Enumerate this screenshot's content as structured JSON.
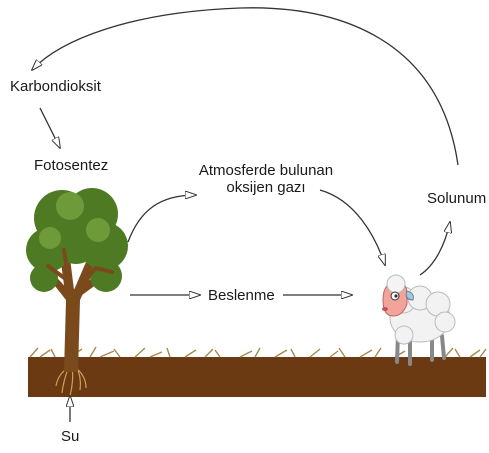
{
  "labels": {
    "carbon_dioxide": "Karbondioksit",
    "photosynthesis": "Fotosentez",
    "oxygen_line1": "Atmosferde bulunan",
    "oxygen_line2": "oksijen gazı",
    "respiration": "Solunum",
    "nutrition": "Beslenme",
    "water": "Su"
  },
  "colors": {
    "soil": "#6b3a12",
    "grass": "#a9894f",
    "foliage": "#4f7a24",
    "foliage_light": "#6f9a3a",
    "trunk": "#7a4a1c",
    "sheep_wool": "#f2f2f2",
    "sheep_face": "#f2a39a",
    "arrow": "#333333"
  }
}
